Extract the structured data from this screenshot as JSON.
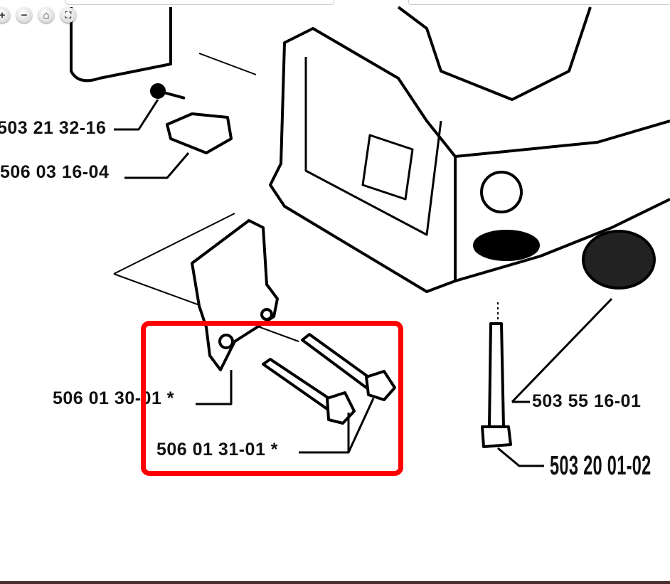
{
  "viewer": {
    "controls": [
      {
        "name": "zoom-in",
        "glyph": "+"
      },
      {
        "name": "zoom-out",
        "glyph": "−"
      },
      {
        "name": "home",
        "glyph": "⌂"
      },
      {
        "name": "fullscreen",
        "glyph": "⛶"
      }
    ]
  },
  "diagram": {
    "labels": [
      {
        "id": "p1",
        "text": "503 21 32-16"
      },
      {
        "id": "p2",
        "text": "506 03 16-04"
      },
      {
        "id": "p3",
        "text": "506 01 30-01  *"
      },
      {
        "id": "p4",
        "text": "506 01 31-01  *"
      },
      {
        "id": "p5",
        "text": "503 55 16-01"
      },
      {
        "id": "p6",
        "text": "503 20 01-02"
      }
    ],
    "highlight_color": "#ff0000"
  }
}
